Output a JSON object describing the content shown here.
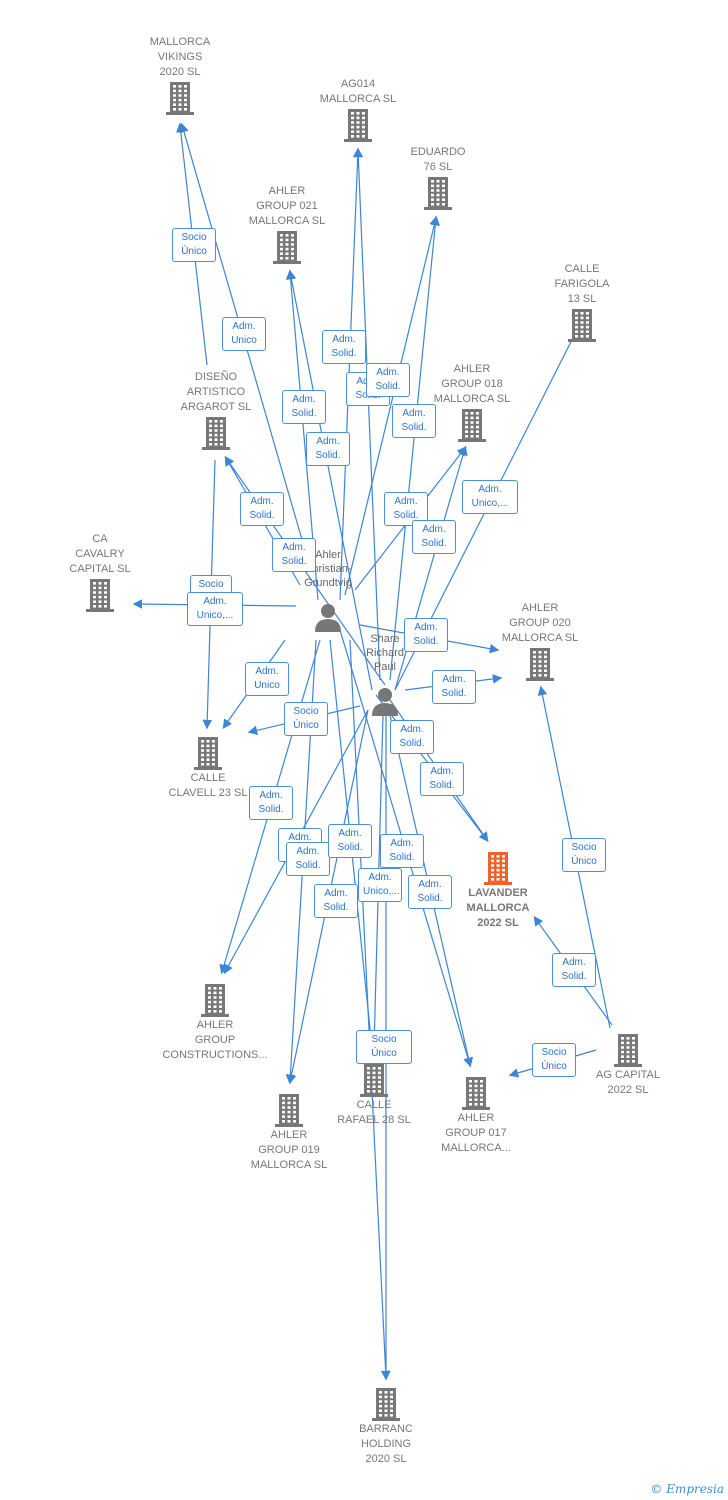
{
  "companies": [
    {
      "id": "mallorca_vikings",
      "label": "MALLORCA\nVIKINGS\n2020  SL",
      "icon": "building-icon"
    },
    {
      "id": "ag014",
      "label": "AG014\nMALLORCA  SL",
      "icon": "building-icon"
    },
    {
      "id": "eduardo76",
      "label": "EDUARDO\n76  SL",
      "icon": "building-icon"
    },
    {
      "id": "ahler021",
      "label": "AHLER\nGROUP 021\nMALLORCA  SL",
      "icon": "building-icon"
    },
    {
      "id": "calle_farigola",
      "label": "CALLE\nFARIGOLA\n13  SL",
      "icon": "building-icon"
    },
    {
      "id": "diseno",
      "label": "DISEÑO\nARTISTICO\nARGAROT  SL",
      "icon": "building-icon"
    },
    {
      "id": "ahler018",
      "label": "AHLER\nGROUP 018\nMALLORCA  SL",
      "icon": "building-icon"
    },
    {
      "id": "ca_cavalry",
      "label": "CA\nCAVALRY\nCAPITAL  SL",
      "icon": "building-icon"
    },
    {
      "id": "ahler020",
      "label": "AHLER\nGROUP 020\nMALLORCA  SL",
      "icon": "building-icon"
    },
    {
      "id": "calle_clavell",
      "label": "CALLE\nCLAVELL 23  SL",
      "icon": "building-icon"
    },
    {
      "id": "lavander",
      "label": "LAVANDER\nMALLORCA\n2022  SL",
      "icon": "building-icon",
      "highlight": true
    },
    {
      "id": "ahler_constructions",
      "label": "AHLER\nGROUP\nCONSTRUCTIONS...",
      "icon": "building-icon"
    },
    {
      "id": "ag_capital",
      "label": "AG CAPITAL\n2022  SL",
      "icon": "building-icon"
    },
    {
      "id": "calle_rafael",
      "label": "CALLE\nRAFAEL 28  SL",
      "icon": "building-icon"
    },
    {
      "id": "ahler017",
      "label": "AHLER\nGROUP 017\nMALLORCA...",
      "icon": "building-icon"
    },
    {
      "id": "ahler019",
      "label": "AHLER\nGROUP 019\nMALLORCA  SL",
      "icon": "building-icon"
    },
    {
      "id": "barranc",
      "label": "BARRANC\nHOLDING\n2020  SL",
      "icon": "building-icon"
    }
  ],
  "persons": [
    {
      "id": "christian",
      "label": "Ahler\nChristian-\nGrundtvig",
      "icon": "person-icon"
    },
    {
      "id": "share",
      "label": "Share\nRichard\nPaul",
      "icon": "person-icon"
    }
  ],
  "badges": [
    "Socio\nÚnico",
    "Adm.\nUnico",
    "Adm.\nSolid.",
    "Adm.\nSolid.",
    "Adm.\nSolid.",
    "Adm.\nSolid.",
    "Adm.\nSolid.",
    "Adm.\nSolid.",
    "Adm.\nSolid.",
    "Adm.\nSolid.",
    "Adm.\nUnico,...",
    "Adm.\nSolid.",
    "Adm.\nSolid.",
    "Socio",
    "Adm.\nUnico,...",
    "Adm.\nSolid.",
    "Adm.\nUnico",
    "Adm.\nSolid.",
    "Socio\nÚnico",
    "Adm.\nSolid.",
    "Adm.\nSolid.",
    "Adm.\nSolid.",
    "Socio\nÚnico",
    "Adm.\nSolid.",
    "Adm.\nSolid.",
    "Adm.\nSolid.",
    "Adm.\nSolid.",
    "Adm.\nSolid.",
    "Adm.\nSolid.",
    "Socio\nÚnico",
    "Socio\nÚnico",
    "Adm.\nUnico,...",
    "Adm.\nSolid."
  ],
  "colors": {
    "edge": "#3d85d6",
    "building": "#777777",
    "highlight": "#f0612c",
    "badge_text": "#2e73c9"
  },
  "footer": {
    "copyright": "©",
    "brand": "Empresia"
  }
}
